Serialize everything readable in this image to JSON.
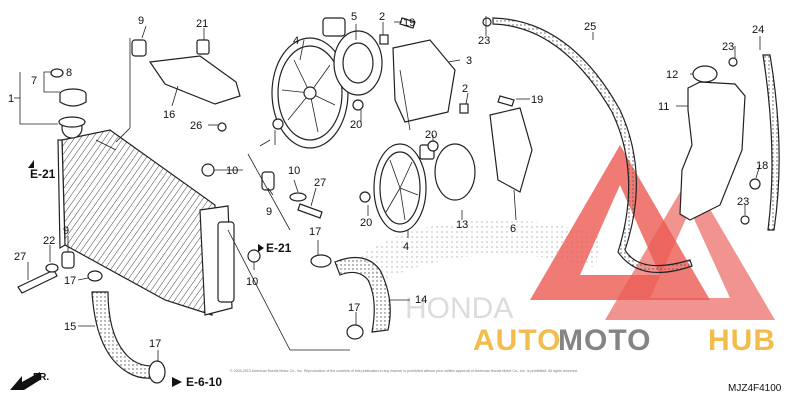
{
  "callouts": {
    "c1": "1",
    "c2a": "2",
    "c2b": "2",
    "c3": "3",
    "c4a": "4",
    "c4b": "4",
    "c5": "5",
    "c6": "6",
    "c7": "7",
    "c8": "8",
    "c9a": "9",
    "c9b": "9",
    "c9c": "9",
    "c10a": "10",
    "c10b": "10",
    "c10c": "10",
    "c11": "11",
    "c12": "12",
    "c13": "13",
    "c14": "14",
    "c15": "15",
    "c16": "16",
    "c17a": "17",
    "c17b": "17",
    "c17c": "17",
    "c17d": "17",
    "c18": "18",
    "c19a": "19",
    "c19b": "19",
    "c20a": "20",
    "c20b": "20",
    "c20c": "20",
    "c21": "21",
    "c22": "22",
    "c23a": "23",
    "c23b": "23",
    "c23c": "23",
    "c24": "24",
    "c25": "25",
    "c26": "26",
    "c27a": "27",
    "c27b": "27"
  },
  "references": {
    "e21_left": "E-21",
    "e21_mid": "E-21",
    "e610": "E-6-10",
    "front": "FR."
  },
  "diagram_code": "MJZ4F4100",
  "copyright": "© 2003-2013 American Honda Motor Co., Inc. Reproduction of the contents of this publication in any manner is prohibited without prior written approval of American Honda Motor Co., Inc. is prohibited. All rights reserved.",
  "watermark": {
    "part1": "AUTO",
    "part2": "MOTO",
    "part3": "HUB",
    "brand_text": "HONDA",
    "colors": {
      "accent": "#f2b63a",
      "gray": "#777777",
      "logo_red": "#e8473f"
    }
  }
}
